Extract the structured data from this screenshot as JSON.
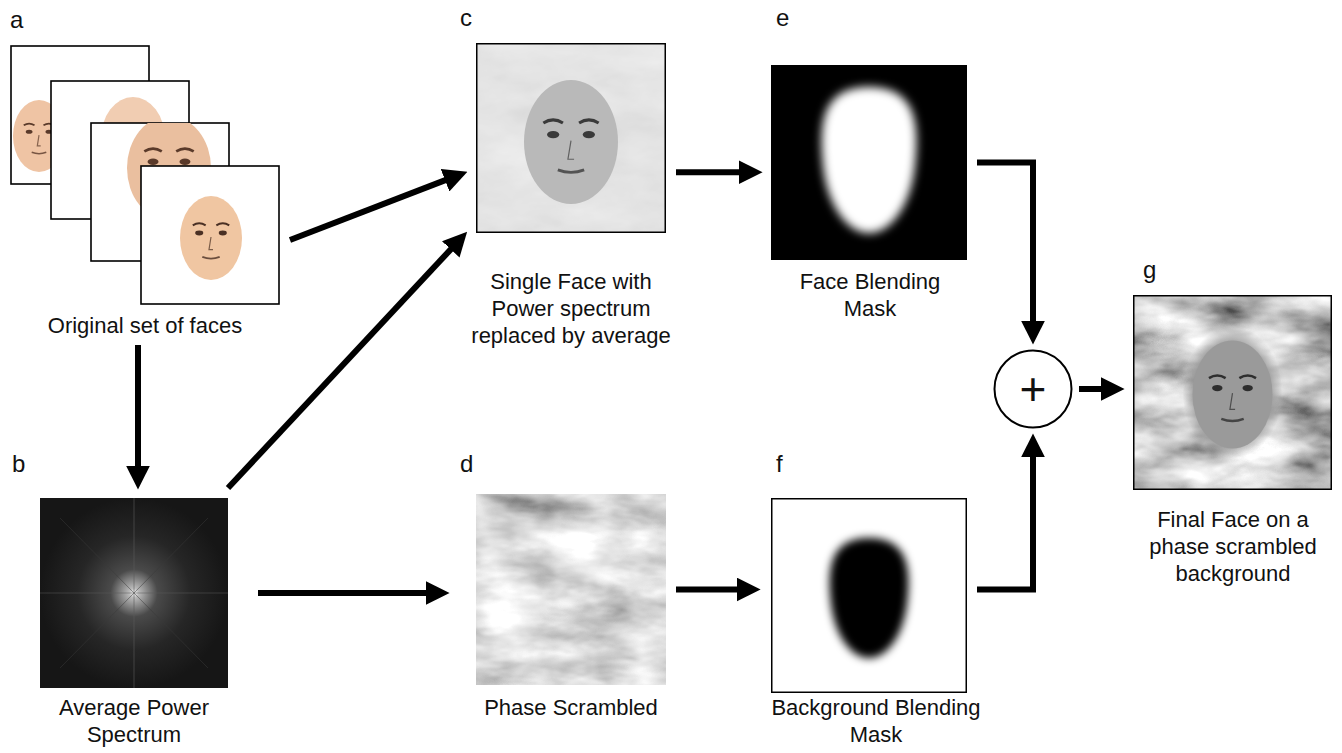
{
  "diagram": {
    "nodes": [
      {
        "text": [
          "a",
          "Original set of faces"
        ]
      },
      {
        "text": [
          "b",
          "Average Power Spectrum"
        ]
      },
      {
        "text": [
          "c",
          "Single Face with Power spectrum replaced by average"
        ]
      },
      {
        "text": [
          "d",
          "Phase Scrambled"
        ]
      },
      {
        "text": [
          "e",
          "Face Blending Mask"
        ]
      },
      {
        "text": [
          "f",
          "Background Blending Mask"
        ]
      },
      {
        "text": [
          "+"
        ]
      },
      {
        "text": [
          "g",
          "Final Face on a phase scrambled background"
        ]
      }
    ],
    "edges": [
      {
        "from": 0,
        "to": 2,
        "arrow": "to"
      },
      {
        "from": 0,
        "to": 1,
        "arrow": "to"
      },
      {
        "from": 1,
        "to": 2,
        "arrow": "to"
      },
      {
        "from": 1,
        "to": 3,
        "arrow": "to"
      },
      {
        "from": 2,
        "to": 4,
        "arrow": "to"
      },
      {
        "from": 3,
        "to": 5,
        "arrow": "to"
      },
      {
        "from": 4,
        "to": 6,
        "arrow": "to"
      },
      {
        "from": 5,
        "to": 6,
        "arrow": "to"
      },
      {
        "from": 6,
        "to": 7,
        "arrow": "to"
      }
    ]
  }
}
